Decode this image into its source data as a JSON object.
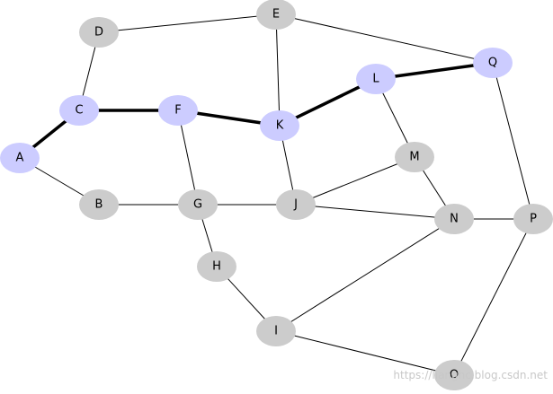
{
  "colors": {
    "node_default": "#cccccc",
    "node_highlight": "#ccccff",
    "edge": "#000000"
  },
  "nodes": [
    {
      "id": "A",
      "highlight": true
    },
    {
      "id": "B",
      "highlight": false
    },
    {
      "id": "C",
      "highlight": true
    },
    {
      "id": "D",
      "highlight": false
    },
    {
      "id": "E",
      "highlight": false
    },
    {
      "id": "F",
      "highlight": true
    },
    {
      "id": "G",
      "highlight": false
    },
    {
      "id": "H",
      "highlight": false
    },
    {
      "id": "I",
      "highlight": false
    },
    {
      "id": "J",
      "highlight": false
    },
    {
      "id": "K",
      "highlight": true
    },
    {
      "id": "L",
      "highlight": true
    },
    {
      "id": "M",
      "highlight": false
    },
    {
      "id": "N",
      "highlight": false
    },
    {
      "id": "O",
      "highlight": false
    },
    {
      "id": "P",
      "highlight": false
    },
    {
      "id": "Q",
      "highlight": true
    }
  ],
  "edges": [
    {
      "from": "A",
      "to": "C",
      "highlight": true
    },
    {
      "from": "C",
      "to": "F",
      "highlight": true
    },
    {
      "from": "F",
      "to": "K",
      "highlight": true
    },
    {
      "from": "K",
      "to": "L",
      "highlight": true
    },
    {
      "from": "L",
      "to": "Q",
      "highlight": true
    },
    {
      "from": "A",
      "to": "B",
      "highlight": false
    },
    {
      "from": "C",
      "to": "D",
      "highlight": false
    },
    {
      "from": "D",
      "to": "E",
      "highlight": false
    },
    {
      "from": "E",
      "to": "K",
      "highlight": false
    },
    {
      "from": "E",
      "to": "Q",
      "highlight": false
    },
    {
      "from": "B",
      "to": "G",
      "highlight": false
    },
    {
      "from": "F",
      "to": "G",
      "highlight": false
    },
    {
      "from": "G",
      "to": "J",
      "highlight": false
    },
    {
      "from": "G",
      "to": "H",
      "highlight": false
    },
    {
      "from": "H",
      "to": "I",
      "highlight": false
    },
    {
      "from": "K",
      "to": "J",
      "highlight": false
    },
    {
      "from": "J",
      "to": "M",
      "highlight": false
    },
    {
      "from": "J",
      "to": "N",
      "highlight": false
    },
    {
      "from": "L",
      "to": "M",
      "highlight": false
    },
    {
      "from": "M",
      "to": "N",
      "highlight": false
    },
    {
      "from": "N",
      "to": "P",
      "highlight": false
    },
    {
      "from": "Q",
      "to": "P",
      "highlight": false
    },
    {
      "from": "N",
      "to": "I",
      "highlight": false
    },
    {
      "from": "I",
      "to": "O",
      "highlight": false
    },
    {
      "from": "P",
      "to": "O",
      "highlight": false
    }
  ],
  "watermark": "https://lianghc.blog.csdn.net"
}
